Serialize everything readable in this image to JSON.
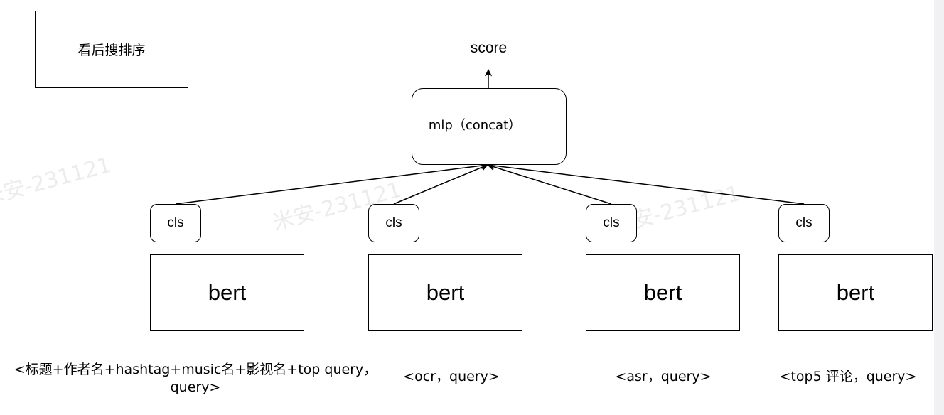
{
  "watermark": "米安-231121",
  "title_box": {
    "label": "看后搜排序"
  },
  "output": {
    "label": "score"
  },
  "head": {
    "label": "mlp（concat）"
  },
  "branches": [
    {
      "cls": "cls",
      "encoder": "bert",
      "input_line1": "<标题+作者名+hashtag+music名+影视名+top query，",
      "input_line2": "query>"
    },
    {
      "cls": "cls",
      "encoder": "bert",
      "input_line1": "<ocr，query>",
      "input_line2": ""
    },
    {
      "cls": "cls",
      "encoder": "bert",
      "input_line1": "<asr，query>",
      "input_line2": ""
    },
    {
      "cls": "cls",
      "encoder": "bert",
      "input_line1": "<top5 评论，query>",
      "input_line2": ""
    }
  ]
}
